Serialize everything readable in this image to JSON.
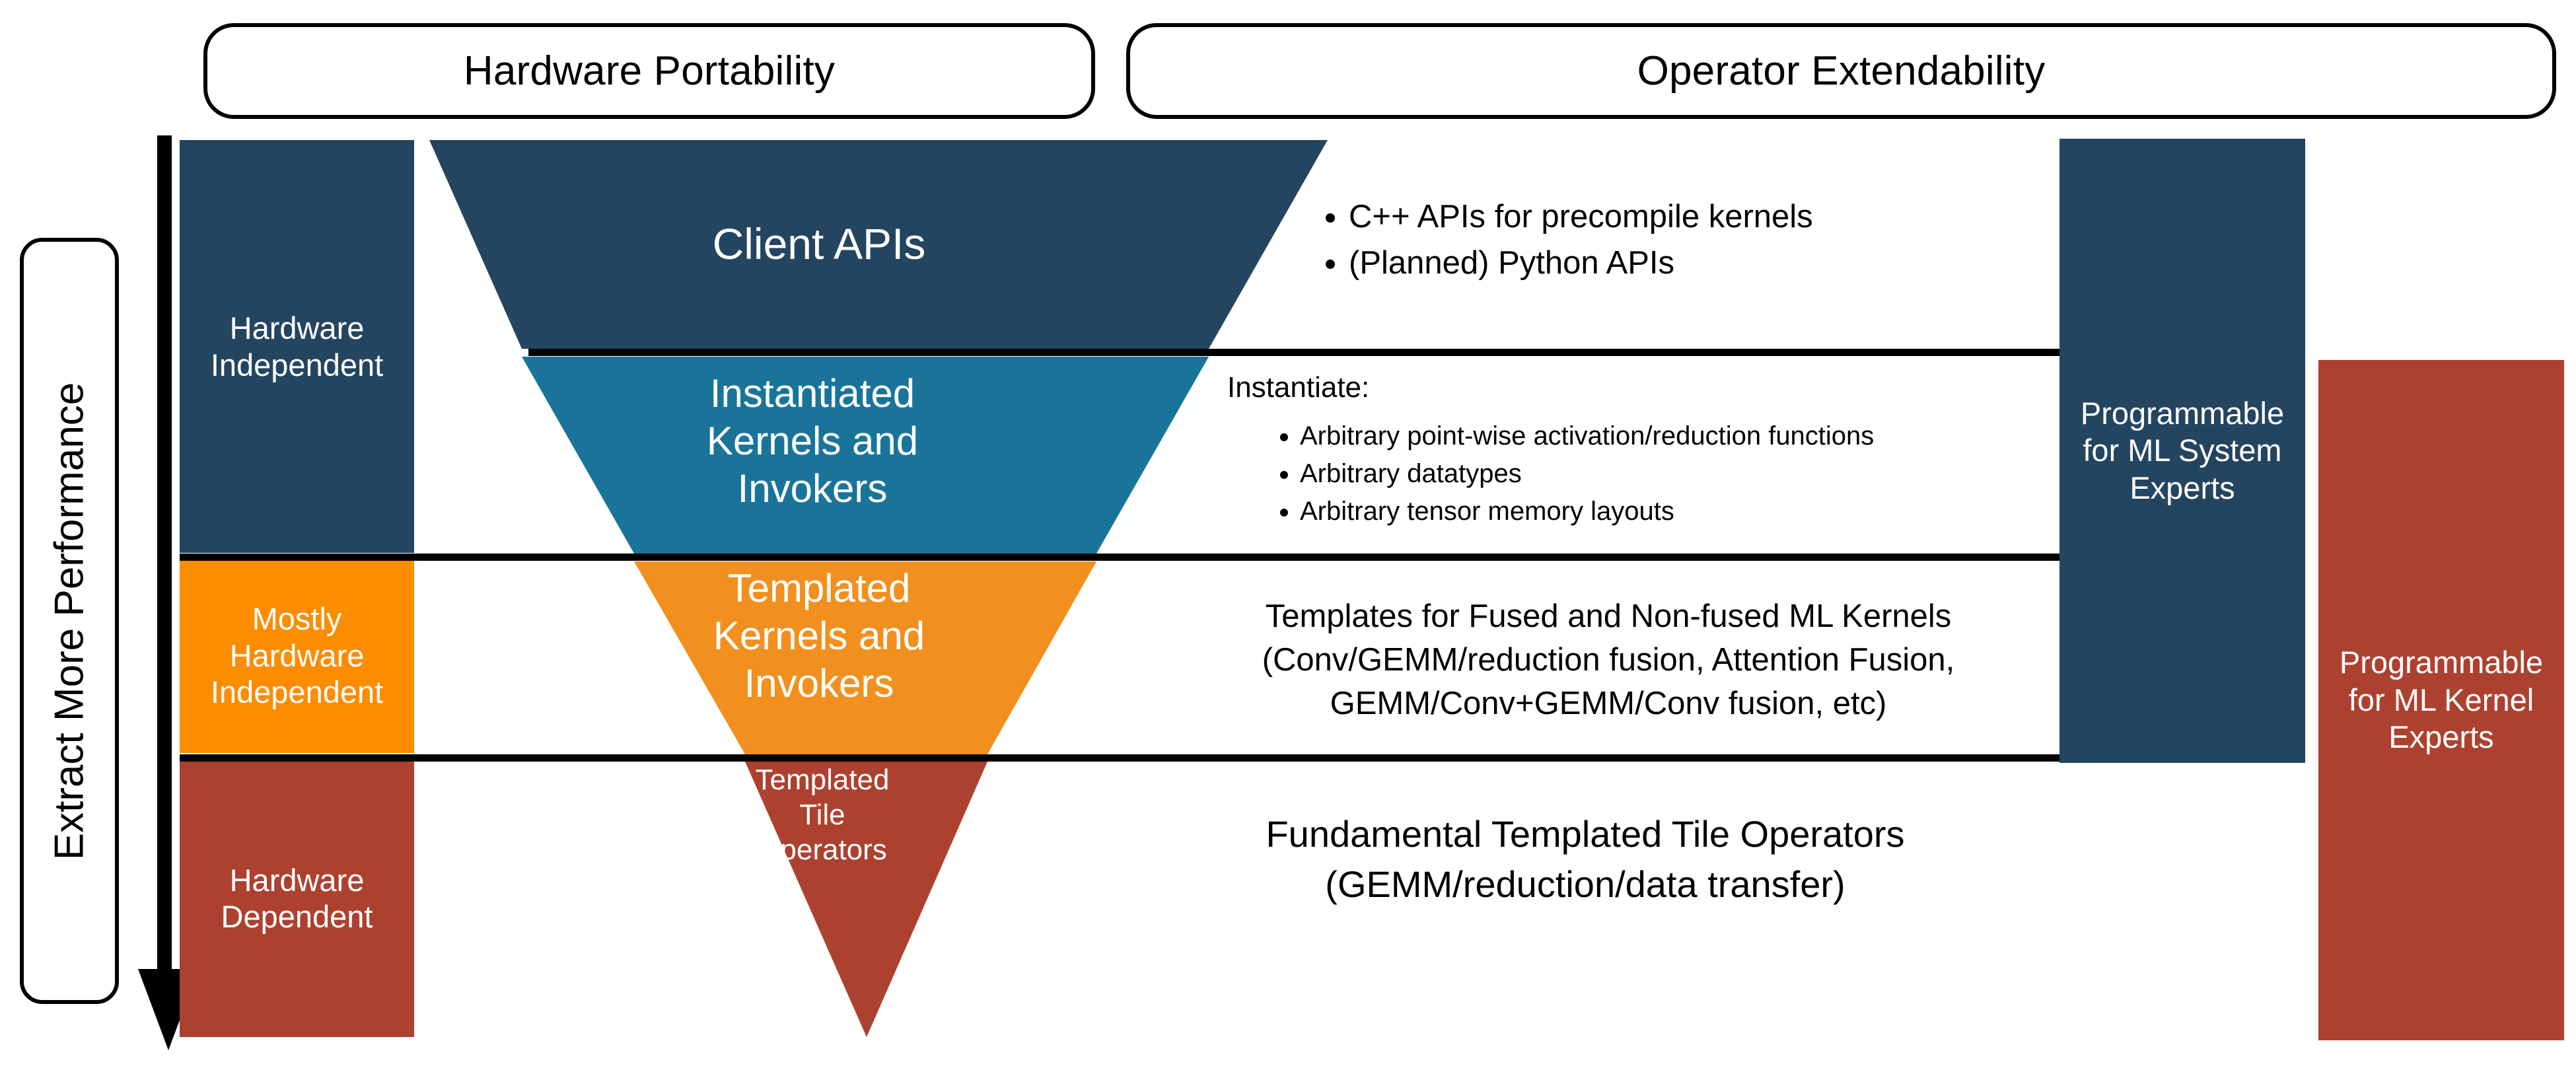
{
  "headers": {
    "hardware_portability": "Hardware Portability",
    "operator_extendability": "Operator Extendability"
  },
  "performance_axis": {
    "label": "Extract More Performance",
    "arrow_icon": "down-arrow-icon",
    "direction": "down"
  },
  "categories": [
    {
      "id": "hardware-independent",
      "label": "Hardware\nIndependent",
      "color": "#244560"
    },
    {
      "id": "mostly-hardware-independent",
      "label": "Mostly\nHardware\nIndependent",
      "color": "#fc8c00"
    },
    {
      "id": "hardware-dependent",
      "label": "Hardware\nDependent",
      "color": "#ad4130"
    }
  ],
  "funnel": {
    "layers": [
      {
        "id": "client-apis",
        "label": "Client APIs",
        "color": "#244560"
      },
      {
        "id": "instantiated-kernels",
        "label": "Instantiated\nKernels and\nInvokers",
        "color": "#1a7499"
      },
      {
        "id": "templated-kernels",
        "label": "Templated\nKernels and\nInvokers",
        "color": "#f1901f"
      },
      {
        "id": "templated-tile-operators",
        "label": "Templated\nTile\nOperators",
        "color": "#ad4130"
      }
    ]
  },
  "details": {
    "client_api_bullets": [
      "C++ APIs for precompile kernels",
      "(Planned) Python APIs"
    ],
    "instantiate_heading": "Instantiate:",
    "instantiate_bullets": [
      "Arbitrary point-wise activation/reduction functions",
      "Arbitrary datatypes",
      "Arbitrary tensor memory layouts"
    ],
    "templates_paragraph": "Templates for Fused and Non-fused ML Kernels\n(Conv/GEMM/reduction fusion, Attention Fusion,\nGEMM/Conv+GEMM/Conv fusion, etc)",
    "fundamental_paragraph": "Fundamental Templated Tile Operators\n(GEMM/reduction/data transfer)"
  },
  "experts": [
    {
      "id": "ml-system-experts",
      "label": "Programmable\nfor ML System\nExperts",
      "color": "#244560"
    },
    {
      "id": "ml-kernel-experts",
      "label": "Programmable\nfor ML Kernel\nExperts",
      "color": "#ad4130"
    }
  ],
  "colors": {
    "dark_blue": "#244560",
    "medium_blue": "#1a7499",
    "orange_bright": "#fc8c00",
    "orange_funnel": "#f1901f",
    "red": "#ad4130",
    "black": "#000000",
    "white": "#ffffff"
  }
}
